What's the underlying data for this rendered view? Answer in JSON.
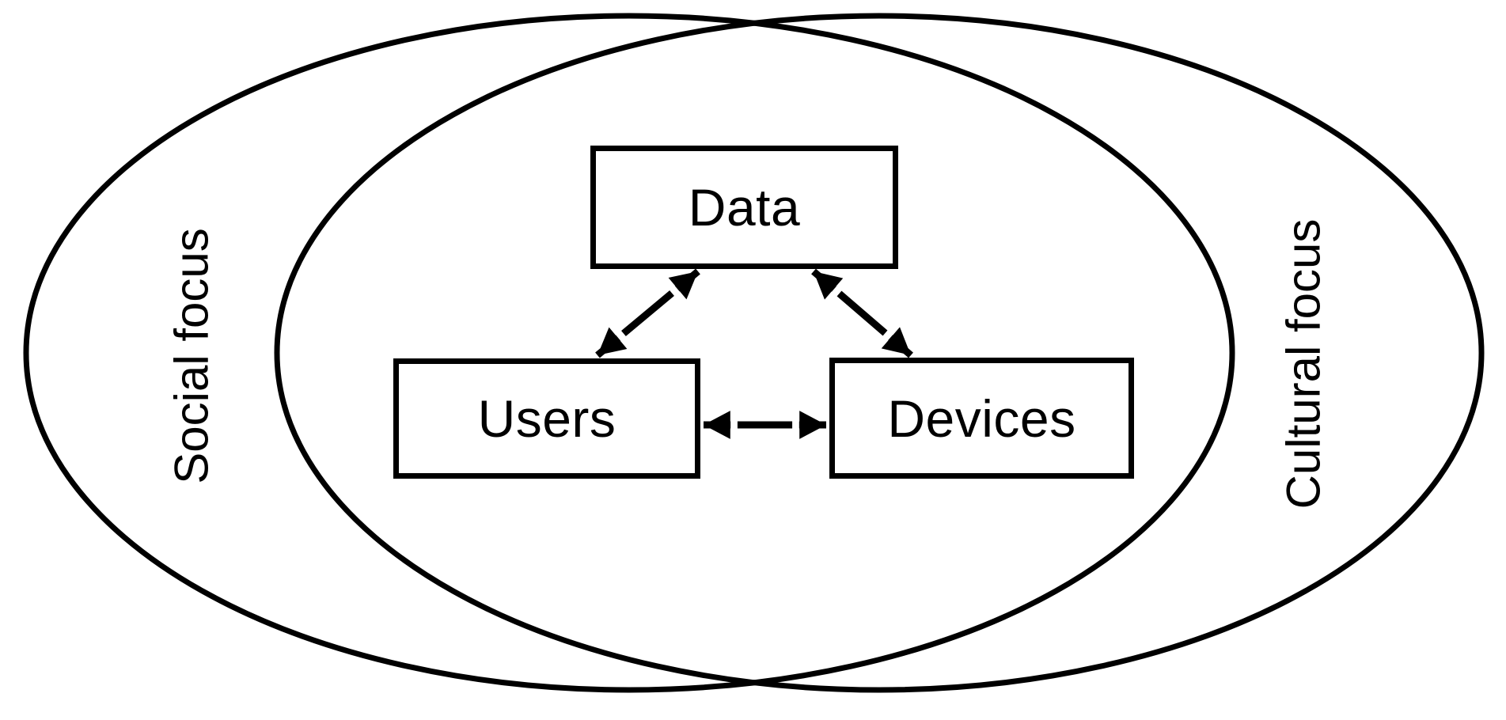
{
  "colors": {
    "line": "#000000",
    "background": "#ffffff",
    "text": "#000000"
  },
  "ellipses": {
    "left": {
      "label": "Social focus"
    },
    "right": {
      "label": "Cultural focus"
    }
  },
  "boxes": [
    {
      "id": "data",
      "label": "Data"
    },
    {
      "id": "users",
      "label": "Users"
    },
    {
      "id": "devices",
      "label": "Devices"
    }
  ],
  "arrows": [
    {
      "from": "Data",
      "to": "Users",
      "bidirectional": true
    },
    {
      "from": "Data",
      "to": "Devices",
      "bidirectional": true
    },
    {
      "from": "Users",
      "to": "Devices",
      "bidirectional": true
    }
  ]
}
